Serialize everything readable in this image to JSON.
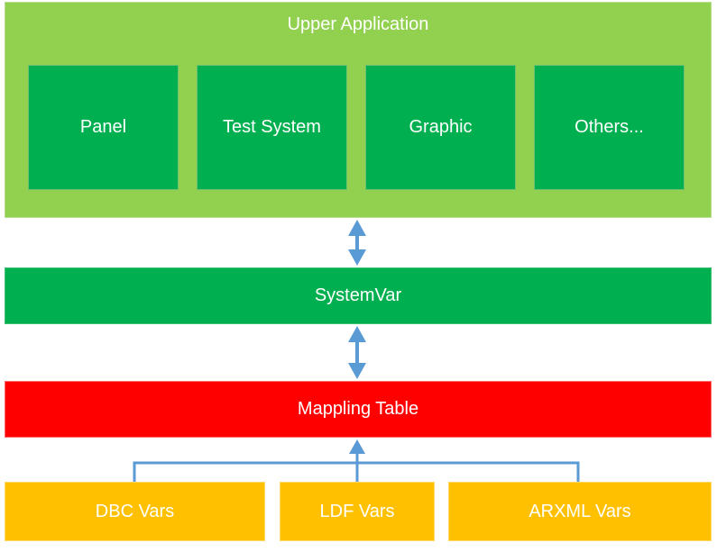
{
  "upper": {
    "title": "Upper Application",
    "modules": {
      "panel": "Panel",
      "test_system": "Test System",
      "graphic": "Graphic",
      "others": "Others..."
    }
  },
  "system_var": "SystemVar",
  "mapping_table": "Mappling Table",
  "sources": {
    "dbc": "DBC Vars",
    "ldf": "LDF Vars",
    "arxml": "ARXML Vars"
  },
  "colors": {
    "upper_bg": "#92d050",
    "module_bg": "#00b050",
    "mapping_bg": "#ff0000",
    "source_bg": "#ffc000",
    "arrow": "#5b9bd5"
  }
}
